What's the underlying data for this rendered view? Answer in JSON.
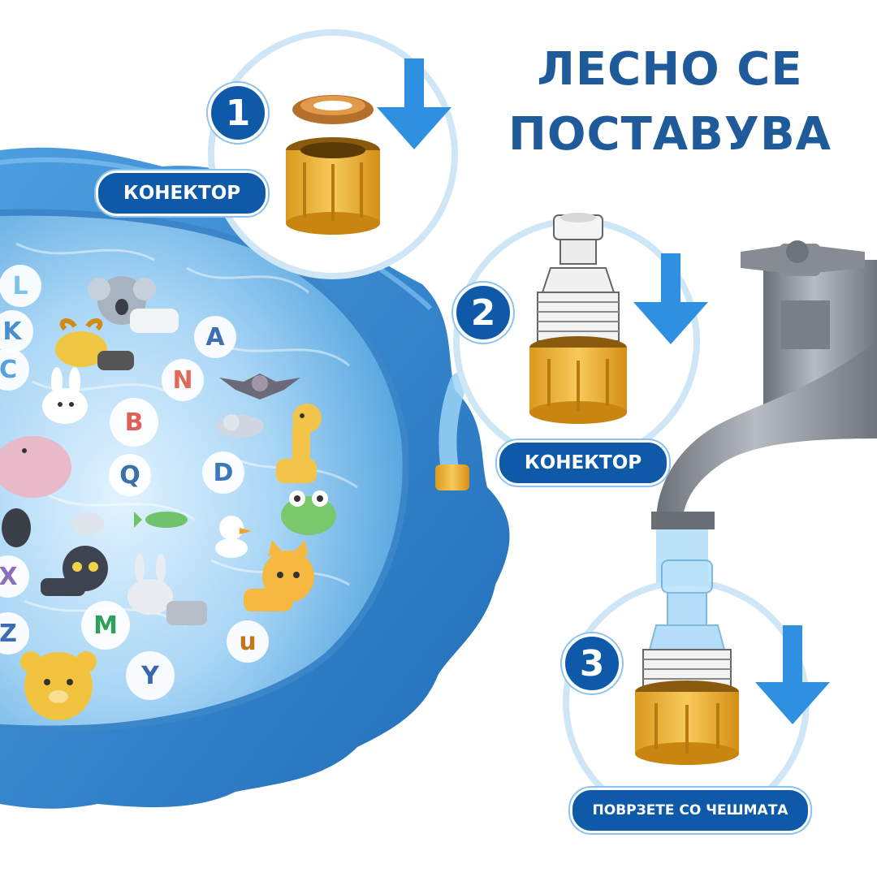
{
  "headline": {
    "line1": "ЛЕСНО СЕ",
    "line2": "ПОСТАВУВА"
  },
  "steps": [
    {
      "number": "1",
      "label": "КОНЕКТОР"
    },
    {
      "number": "2",
      "label": "КОНЕКТОР"
    },
    {
      "number": "3",
      "label": "ПОВРЗЕТЕ СО ЧЕШМАТА"
    }
  ],
  "mat_letters": [
    "L",
    "K",
    "A",
    "C",
    "N",
    "B",
    "Q",
    "D",
    "M",
    "Z",
    "Y",
    "u",
    "X"
  ],
  "colors": {
    "accent": "#0f5aa8",
    "arrow": "#2f8fe0",
    "connector": "#f2b43a",
    "pool": "#2e7fc8",
    "faucet": "#8a8f96"
  }
}
